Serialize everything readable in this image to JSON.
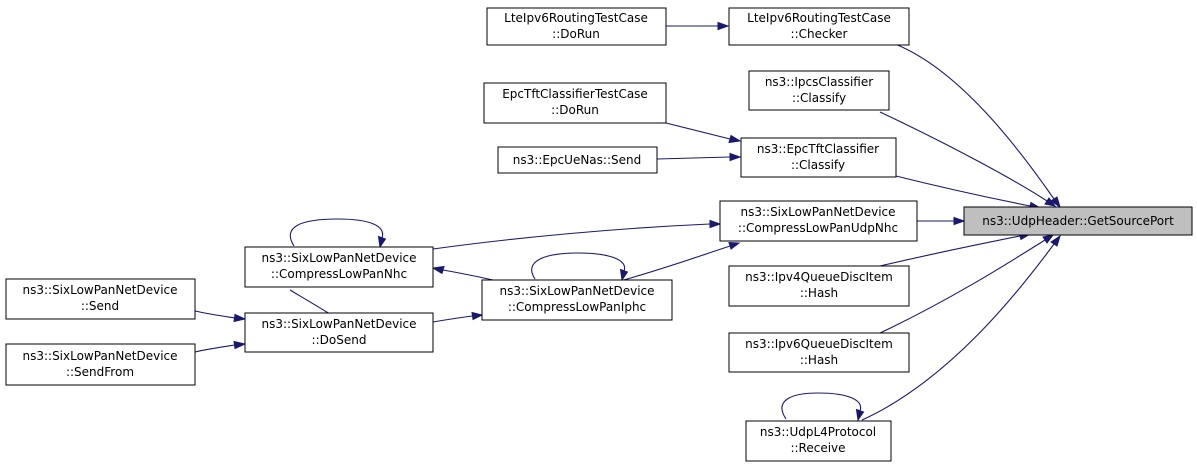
{
  "nodes": [
    {
      "id": "root",
      "lines": [
        "ns3::UdpHeader::GetSourcePort"
      ]
    },
    {
      "id": "lte_checker",
      "lines": [
        "LteIpv6RoutingTestCase",
        "::Checker"
      ]
    },
    {
      "id": "lte_dorun",
      "lines": [
        "LteIpv6RoutingTestCase",
        "::DoRun"
      ]
    },
    {
      "id": "ipcs_classify",
      "lines": [
        "ns3::IpcsClassifier",
        "::Classify"
      ]
    },
    {
      "id": "epctft_classify",
      "lines": [
        "ns3::EpcTftClassifier",
        "::Classify"
      ]
    },
    {
      "id": "epctft_dorun",
      "lines": [
        "EpcTftClassifierTestCase",
        "::DoRun"
      ]
    },
    {
      "id": "epcuenas_send",
      "lines": [
        "ns3::EpcUeNas::Send"
      ]
    },
    {
      "id": "compress_udpnhc",
      "lines": [
        "ns3::SixLowPanNetDevice",
        "::CompressLowPanUdpNhc"
      ]
    },
    {
      "id": "compress_nhc",
      "lines": [
        "ns3::SixLowPanNetDevice",
        "::CompressLowPanNhc"
      ]
    },
    {
      "id": "compress_iphc",
      "lines": [
        "ns3::SixLowPanNetDevice",
        "::CompressLowPanIphc"
      ]
    },
    {
      "id": "dosend",
      "lines": [
        "ns3::SixLowPanNetDevice",
        "::DoSend"
      ]
    },
    {
      "id": "send",
      "lines": [
        "ns3::SixLowPanNetDevice",
        "::Send"
      ]
    },
    {
      "id": "sendfrom",
      "lines": [
        "ns3::SixLowPanNetDevice",
        "::SendFrom"
      ]
    },
    {
      "id": "ipv4_hash",
      "lines": [
        "ns3::Ipv4QueueDiscItem",
        "::Hash"
      ]
    },
    {
      "id": "ipv6_hash",
      "lines": [
        "ns3::Ipv6QueueDiscItem",
        "::Hash"
      ]
    },
    {
      "id": "udpl4_receive",
      "lines": [
        "ns3::UdpL4Protocol",
        "::Receive"
      ]
    }
  ],
  "edges": [
    {
      "from": "lte_dorun",
      "to": "lte_checker"
    },
    {
      "from": "lte_checker",
      "to": "root"
    },
    {
      "from": "ipcs_classify",
      "to": "root"
    },
    {
      "from": "epctft_dorun",
      "to": "epctft_classify"
    },
    {
      "from": "epcuenas_send",
      "to": "epctft_classify"
    },
    {
      "from": "epctft_classify",
      "to": "root"
    },
    {
      "from": "compress_udpnhc",
      "to": "root"
    },
    {
      "from": "compress_nhc",
      "to": "compress_udpnhc"
    },
    {
      "from": "compress_nhc",
      "to": "compress_nhc"
    },
    {
      "from": "compress_iphc",
      "to": "compress_udpnhc"
    },
    {
      "from": "compress_iphc",
      "to": "compress_nhc"
    },
    {
      "from": "compress_iphc",
      "to": "compress_iphc"
    },
    {
      "from": "dosend",
      "to": "compress_nhc"
    },
    {
      "from": "dosend",
      "to": "compress_iphc"
    },
    {
      "from": "send",
      "to": "dosend"
    },
    {
      "from": "sendfrom",
      "to": "dosend"
    },
    {
      "from": "ipv4_hash",
      "to": "root"
    },
    {
      "from": "ipv6_hash",
      "to": "root"
    },
    {
      "from": "udpl4_receive",
      "to": "root"
    },
    {
      "from": "udpl4_receive",
      "to": "udpl4_receive"
    }
  ]
}
